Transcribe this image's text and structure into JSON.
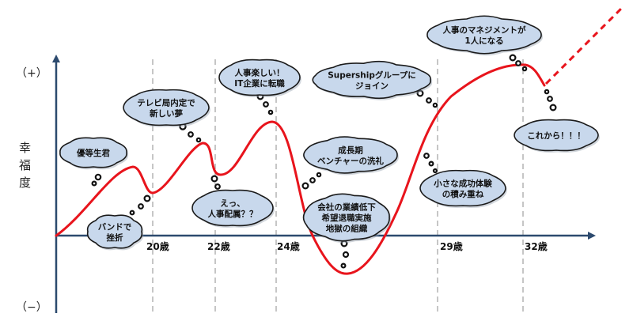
{
  "axis": {
    "y_plus": "（+）",
    "y_minus": "（−）",
    "y_label_chars": [
      "幸",
      "福",
      "度"
    ]
  },
  "ages": [
    "20歳",
    "22歳",
    "24歳",
    "29歳",
    "32歳"
  ],
  "bubbles": [
    {
      "lines": [
        "優等生君"
      ]
    },
    {
      "lines": [
        "バンドで",
        "挫折"
      ]
    },
    {
      "lines": [
        "テレビ局内定で",
        "新しい夢"
      ]
    },
    {
      "lines": [
        "えっ、",
        "人事配属？？"
      ]
    },
    {
      "lines": [
        "人事楽しい！",
        "IT企業に転職"
      ]
    },
    {
      "lines": [
        "成長期",
        "ベンチャーの洗礼"
      ]
    },
    {
      "lines": [
        "会社の業績低下",
        "希望退職実施",
        "地獄の組織"
      ]
    },
    {
      "lines": [
        "Supershipグループに",
        "ジョイン"
      ]
    },
    {
      "lines": [
        "小さな成功体験",
        "の積み重ね"
      ]
    },
    {
      "lines": [
        "人事のマネジメントが",
        "1人になる"
      ]
    },
    {
      "lines": [
        "これから！！！"
      ]
    }
  ],
  "colors": {
    "curve": "#e8141c",
    "axis": "#2c4a6e",
    "bubble_fill": "#c8d8ec",
    "bubble_stroke": "#1a1a1a",
    "grid": "#b8b8b8"
  }
}
